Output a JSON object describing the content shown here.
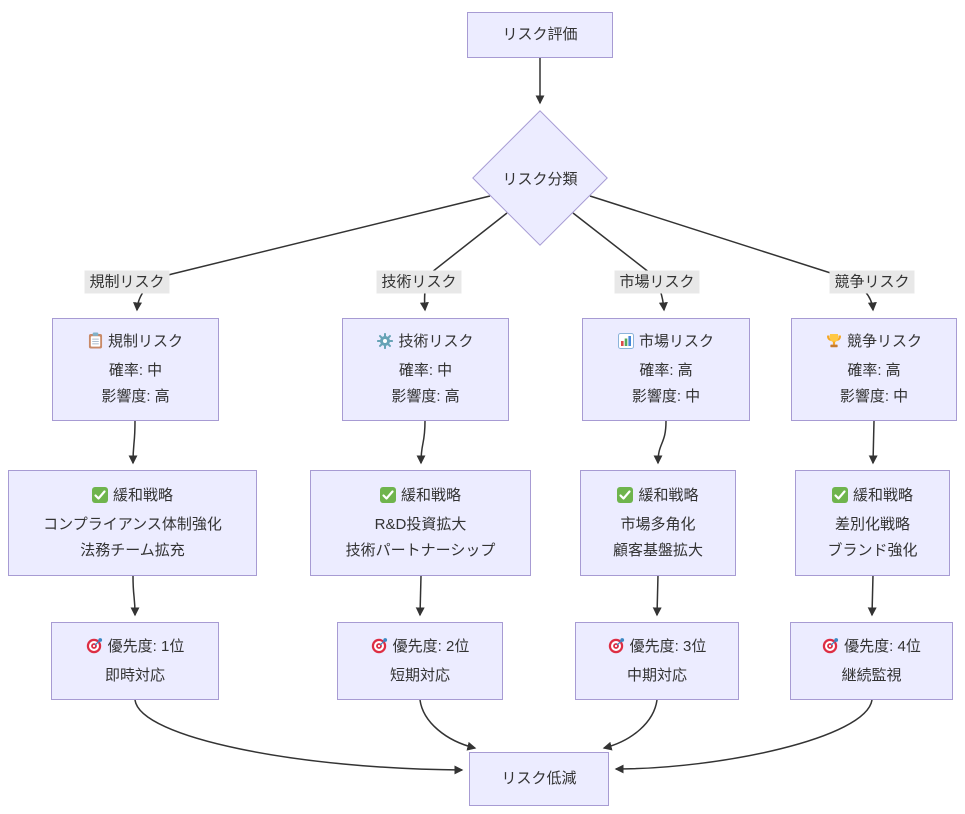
{
  "diagram_type": "flowchart",
  "colors": {
    "node_fill": "#ECECFF",
    "node_border": "#A79BD3",
    "edge_color": "#333333",
    "edge_label_bg": "#E8E8E8",
    "text": "#333333"
  },
  "nodes": {
    "start": {
      "label": "リスク評価"
    },
    "decision": {
      "label": "リスク分類"
    },
    "sink": {
      "label": "リスク低減"
    }
  },
  "branches": [
    {
      "edge_label": "規制リスク",
      "risk": {
        "icon": "clipboard-icon",
        "title": "規制リスク",
        "probability": "確率: 中",
        "impact": "影響度: 高"
      },
      "mitigation": {
        "icon": "check-icon",
        "title": "緩和戦略",
        "line1": "コンプライアンス体制強化",
        "line2": "法務チーム拡充"
      },
      "priority": {
        "icon": "target-icon",
        "title": "優先度: 1位",
        "action": "即時対応"
      }
    },
    {
      "edge_label": "技術リスク",
      "risk": {
        "icon": "gear-icon",
        "title": "技術リスク",
        "probability": "確率: 中",
        "impact": "影響度: 高"
      },
      "mitigation": {
        "icon": "check-icon",
        "title": "緩和戦略",
        "line1": "R&D投資拡大",
        "line2": "技術パートナーシップ"
      },
      "priority": {
        "icon": "target-icon",
        "title": "優先度: 2位",
        "action": "短期対応"
      }
    },
    {
      "edge_label": "市場リスク",
      "risk": {
        "icon": "bar-chart-icon",
        "title": "市場リスク",
        "probability": "確率: 高",
        "impact": "影響度: 中"
      },
      "mitigation": {
        "icon": "check-icon",
        "title": "緩和戦略",
        "line1": "市場多角化",
        "line2": "顧客基盤拡大"
      },
      "priority": {
        "icon": "target-icon",
        "title": "優先度: 3位",
        "action": "中期対応"
      }
    },
    {
      "edge_label": "競争リスク",
      "risk": {
        "icon": "trophy-icon",
        "title": "競争リスク",
        "probability": "確率: 高",
        "impact": "影響度: 中"
      },
      "mitigation": {
        "icon": "check-icon",
        "title": "緩和戦略",
        "line1": "差別化戦略",
        "line2": "ブランド強化"
      },
      "priority": {
        "icon": "target-icon",
        "title": "優先度: 4位",
        "action": "継続監視"
      }
    }
  ]
}
